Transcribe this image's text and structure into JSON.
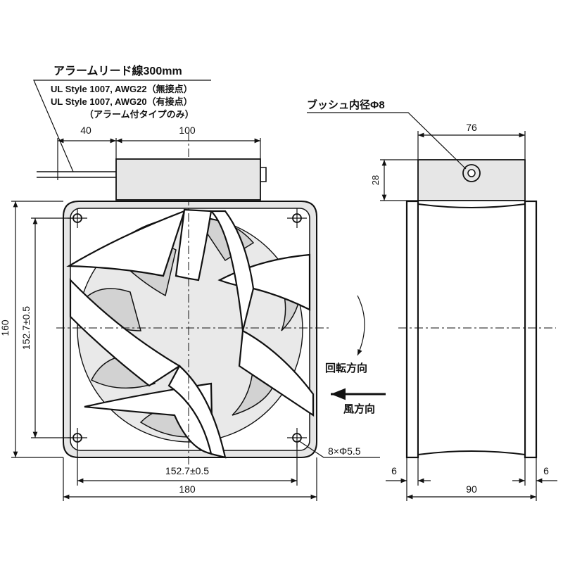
{
  "labels": {
    "lead_title": "アラームリード線300mm",
    "lead_line1": "UL Style 1007, AWG22（無接点）",
    "lead_line2": "UL Style 1007, AWG20（有接点）",
    "lead_line3": "（アラーム付タイプのみ）",
    "bushing": "ブッシュ内径Φ8",
    "rotation": "回転方向",
    "airflow": "風方向",
    "holes": "8×Φ5.5"
  },
  "dimensions": {
    "top_left": "40",
    "top_width": "100",
    "side_depth_top": "76",
    "side_height": "28",
    "overall_height": "160",
    "hole_pitch_vertical": "152.7±0.5",
    "hole_pitch_horizontal": "152.7±0.5",
    "overall_width": "180",
    "flange_left": "6",
    "flange_right": "6",
    "depth": "90"
  }
}
